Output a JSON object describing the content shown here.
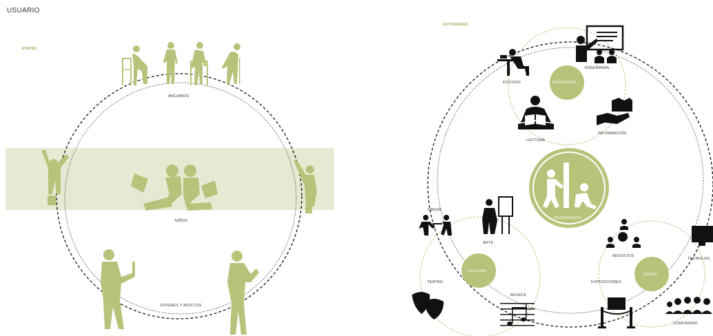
{
  "title": "USUARIO",
  "left": {
    "section": "ETAPAS",
    "labels": {
      "ancianos": "ANCIANOS",
      "ninos": "NIÑOS",
      "jovenes": "JOVENES Y ADULTOS"
    }
  },
  "right": {
    "section": "ACTIVIDADES",
    "center": "RECREACIÓN",
    "groups": {
      "educacion": "EDUCACIÓN",
      "cultura": "CULTURA",
      "social": "SOCIAL"
    },
    "labels": {
      "estudio": "ESTUDIO",
      "ensenanza": "ENSEÑANZA",
      "lectura": "LECTURA",
      "informacion": "INFORMACIÓN",
      "danza": "DANZA",
      "arte": "ARTE",
      "teatro": "TEATRO",
      "musica": "MUSICA",
      "negocios": "NEGOCIOS",
      "exposiciones": "EXPOSICIONES",
      "tecnologia": "TECNOLOG",
      "comunidad": "COMUNIDAD"
    }
  },
  "colors": {
    "olive": "#b9c27a",
    "olive_light": "#e5ead2",
    "ring": "#111111"
  }
}
